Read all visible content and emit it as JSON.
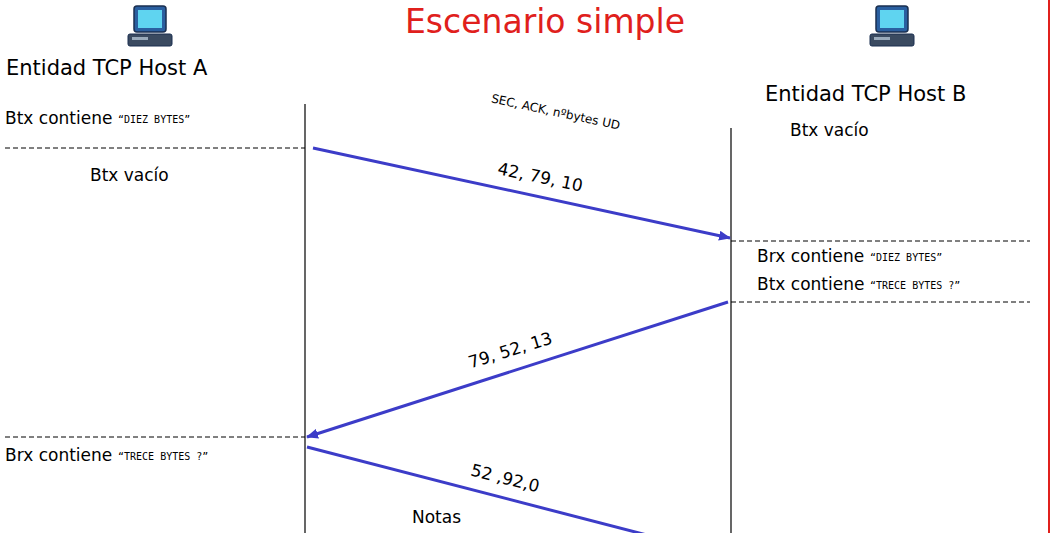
{
  "diagram": {
    "title": "Escenario simple",
    "labels": [
      "Entidad TCP Host A",
      "Entidad TCP Host B",
      "Btx contiene",
      "“DIEZ BYTES”",
      "Btx vacío",
      "SEC, ACK, nºbytes UD",
      "42, 79, 10",
      "Btx vacío",
      "Brx contiene",
      "“DIEZ BYTES”",
      "Btx contiene",
      "“TRECE BYTES ?”",
      "79, 52, 13",
      "Brx contiene",
      "“TRECE BYTES ?”",
      "52 ,92,0",
      "Notas"
    ]
  }
}
